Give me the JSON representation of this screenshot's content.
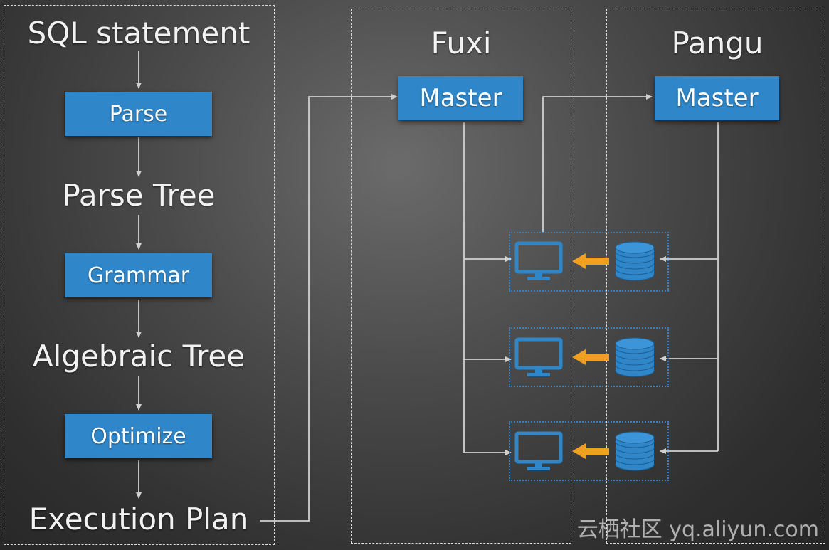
{
  "compiler": {
    "sql_statement": "SQL statement",
    "parse": "Parse",
    "parse_tree": "Parse Tree",
    "grammar": "Grammar",
    "algebraic_tree": "Algebraic Tree",
    "optimize": "Optimize",
    "execution_plan": "Execution Plan"
  },
  "fuxi": {
    "title": "Fuxi",
    "master": "Master"
  },
  "pangu": {
    "title": "Pangu",
    "master": "Master"
  },
  "nodes": [
    {
      "compute_icon": "monitor-icon",
      "storage_icon": "database-icon"
    },
    {
      "compute_icon": "monitor-icon",
      "storage_icon": "database-icon"
    },
    {
      "compute_icon": "monitor-icon",
      "storage_icon": "database-icon"
    }
  ],
  "colors": {
    "box_blue": "#2f86c8",
    "arrow_orange": "#f0a020",
    "line_gray": "#d0d0d0"
  },
  "watermark": "云栖社区 yq.aliyun.com"
}
